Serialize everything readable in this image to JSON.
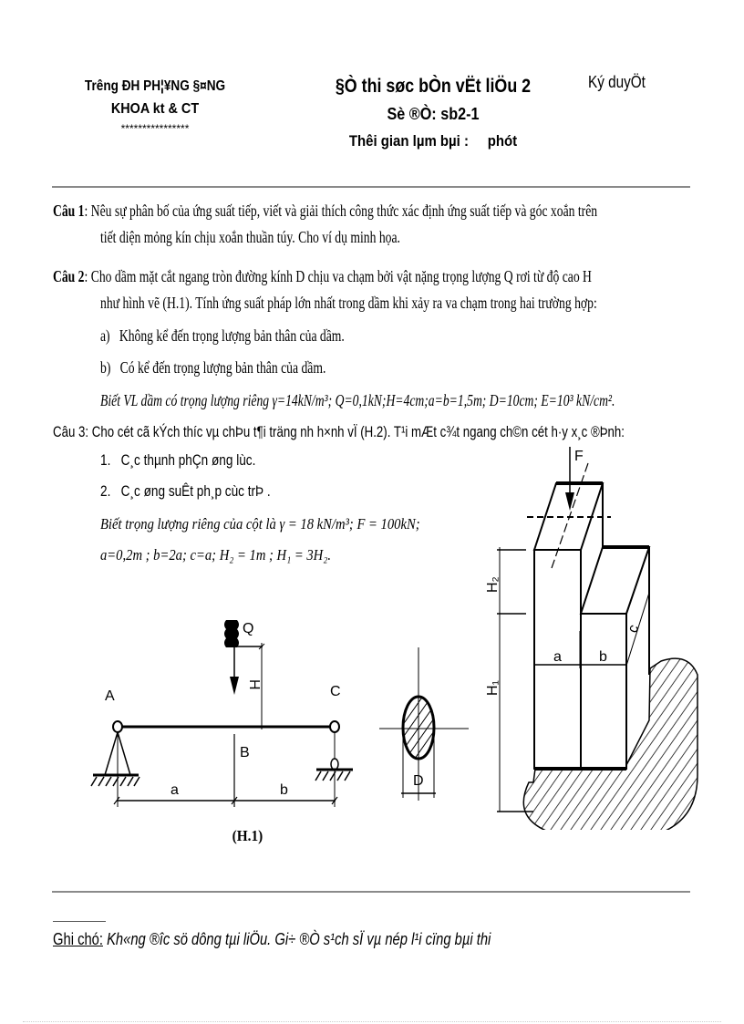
{
  "header": {
    "left": {
      "line1": "Trêng ĐH PH¦¥NG §¤NG",
      "line2": "KHOA kt & CT",
      "line3": "****************"
    },
    "center": {
      "title": "§Ò thi søc bÒn vËt liÖu 2",
      "code": "Sè ®Ò: sb2-1",
      "time": "Thêi gian lµm bµi :     phót"
    },
    "right": {
      "approval": "Ký duyÖt"
    }
  },
  "questions": [
    {
      "label": "Câu 1",
      "lines": [
        "Nêu sự phân bố của ứng suất tiếp, viết và giải thích công thức xác định ứng suất tiếp và góc xoắn  trên",
        "tiết diện mỏng kín chịu xoắn thuần túy. Cho ví dụ minh họa."
      ]
    },
    {
      "label": "Câu 2",
      "lines": [
        "Cho dầm mặt cắt ngang tròn đường kính D chịu va chạm bởi vật nặng trọng lượng Q rơi từ độ cao H",
        "như hình vẽ (H.1). Tính ứng suất pháp lớn nhất trong dầm khi xảy ra va chạm trong hai trường hợp:"
      ],
      "items": [
        "a)   Không kể đến trọng lượng bản thân của dầm.",
        "b)   Có kể đến trọng lượng bản thân của dầm."
      ],
      "given": "Biết VL dầm có trọng lượng riêng γ=14kN/m³; Q=0,1kN;H=4cm;a=b=1,5m; D=10cm; E=10³ kN/cm²."
    },
    {
      "label": "Câu 3",
      "lines": [
        "Cho cét cã kÝch th­íc vµ chÞu t¶i träng nh­ h×nh vÏ (H.2). T¹i mÆt c¾t ngang ch©n cét h·y x¸c ®Þnh:"
      ],
      "items": [
        "1.   C¸c thµnh phÇn øng lùc.",
        "2.   C¸c øng suÊt ph¸p cùc trÞ ."
      ],
      "given_line1": "Biết trọng lượng riêng của cột là γ = 18 kN/m³; F = 100kN;",
      "given_line2": "a=0,2m ; b=2a; c=a;  H₂ = 1m ; H₁ = 3H₂."
    }
  ],
  "figure_h1": {
    "caption": "(H.1)",
    "labels": {
      "A": "A",
      "B": "B",
      "C": "C",
      "Q": "Q",
      "H": "H",
      "a": "a",
      "b": "b",
      "D": "D"
    }
  },
  "figure_h2": {
    "labels": {
      "F": "F",
      "H2": "H₂",
      "H1": "H₁",
      "a": "a",
      "b": "b",
      "c": "c"
    }
  },
  "footnote": {
    "label": "Ghi chó:",
    "text": " Kh«ng ®­îc sö dông tµi liÖu. Gi÷ ®Ò s¹ch sÏ vµ nép l¹i cïng bµi thi"
  }
}
